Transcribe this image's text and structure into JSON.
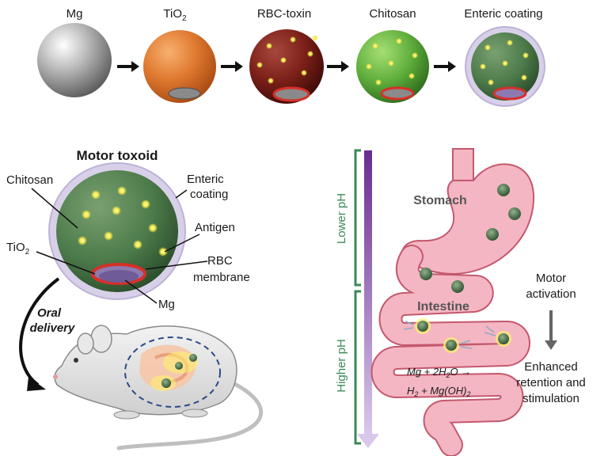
{
  "stages": [
    {
      "label": "Mg"
    },
    {
      "label": "TiO",
      "sub": "2"
    },
    {
      "label": "RBC-toxin"
    },
    {
      "label": "Chitosan"
    },
    {
      "label": "Enteric coating"
    }
  ],
  "toxoid": {
    "title": "Motor toxoid",
    "labels": {
      "chitosan": "Chitosan",
      "enteric_1": "Enteric",
      "enteric_2": "coating",
      "antigen": "Antigen",
      "tio2": "TiO",
      "tio2_sub": "2",
      "rbc_1": "RBC",
      "rbc_2": "membrane",
      "mg": "Mg"
    }
  },
  "oral": {
    "line1": "Oral",
    "line2": "delivery"
  },
  "ph": {
    "lower": "Lower pH",
    "higher": "Higher pH"
  },
  "organs": {
    "stomach": "Stomach",
    "intestine": "Intestine"
  },
  "reaction": {
    "line1_a": "Mg + 2H",
    "line1_sub": "2",
    "line1_b": "O →",
    "line2_a": "H",
    "line2_sub1": "2",
    "line2_b": " + Mg(OH)",
    "line2_sub2": "2"
  },
  "right_text": {
    "motor_1": "Motor",
    "motor_2": "activation",
    "effect_1": "Enhanced",
    "effect_2": "retention and",
    "effect_3": "stimulation"
  },
  "colors": {
    "mg": "#9a9a9a",
    "tio2": "#e07a30",
    "rbc": "#7a1f18",
    "chitosan": "#5fae3c",
    "enteric_shell": "#c9c0dd",
    "antigen_dot": "#f3e84a",
    "rbc_membrane": "#d6302a",
    "mg_core": "#8c7ab0",
    "ph_green": "#3a8a55",
    "gut_pink": "#f4b6c2"
  }
}
